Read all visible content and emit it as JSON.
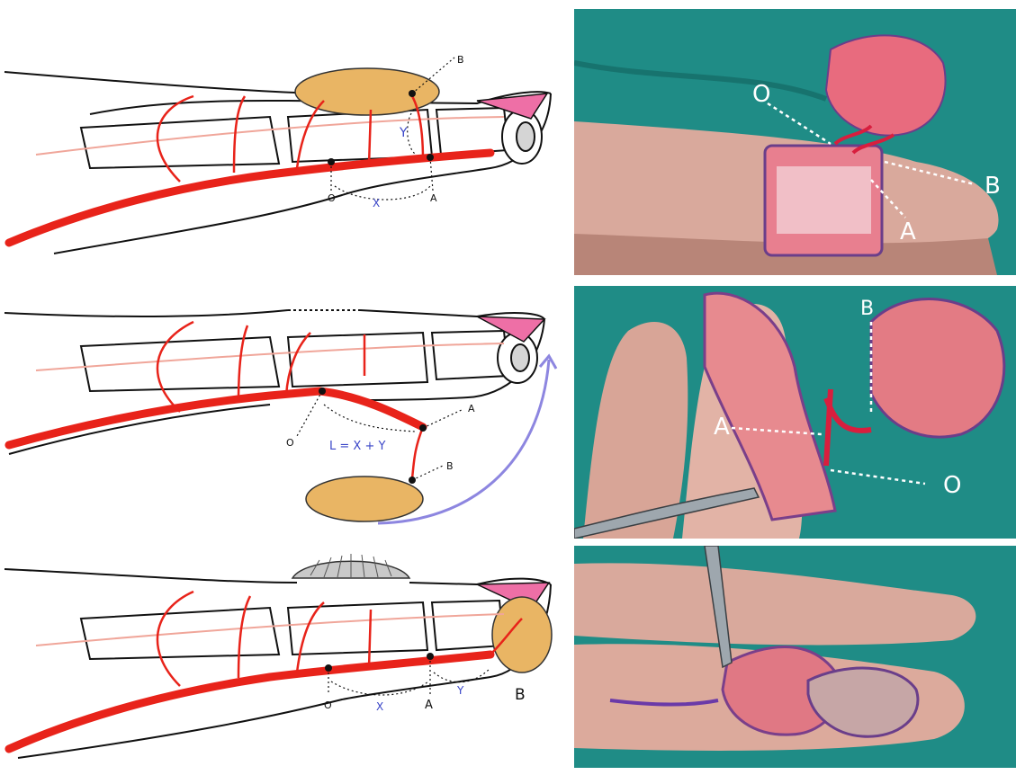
{
  "diagram1": {
    "point_b": "B",
    "point_a": "A",
    "point_o": "O",
    "segment_x": "X",
    "segment_y": "Y"
  },
  "diagram2": {
    "point_a": "A",
    "point_b": "B",
    "point_o": "O",
    "formula": "L = X + Y"
  },
  "diagram3": {
    "point_o": "O",
    "point_a": "A",
    "point_b": "B",
    "segment_x": "X",
    "segment_y": "Y"
  },
  "photo1": {
    "label_o": "O",
    "label_a": "A",
    "label_b": "B"
  },
  "photo2": {
    "label_a": "A",
    "label_b": "B",
    "label_o": "O"
  },
  "photo3": {},
  "colors": {
    "artery": "#e8231a",
    "bone_line": "#f0a69a",
    "flap": "#e9b564",
    "nail": "#ee6fa6",
    "blue_text": "#3a46c8",
    "arrow": "#8d86e0",
    "drape": "#1f8c86"
  }
}
